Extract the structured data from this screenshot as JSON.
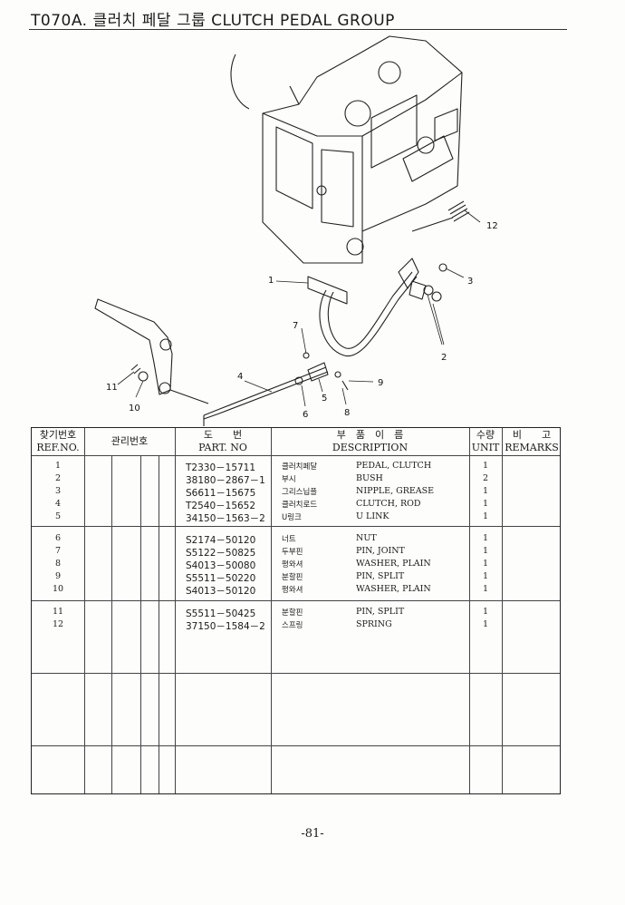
{
  "title": "T070A. 클러치 페달 그룹 CLUTCH PEDAL GROUP",
  "diagram": {
    "callouts": [
      "1",
      "2",
      "3",
      "4",
      "5",
      "6",
      "7",
      "8",
      "9",
      "10",
      "11",
      "12"
    ]
  },
  "table": {
    "headers": {
      "ref_ko": "찾기번호",
      "ref_en": "REF.NO.",
      "mgmt_ko": "관리번호",
      "part_ko": "도　　번",
      "part_en": "PART. NO",
      "desc_ko": "부　품　이　름",
      "desc_en": "DESCRIPTION",
      "unit_ko": "수량",
      "unit_en": "UNIT",
      "remarks_ko": "비　　고",
      "remarks_en": "REMARKS"
    },
    "rows": [
      {
        "ref": "1",
        "part": "T2330－15711",
        "ko": "클러치페달",
        "desc": "PEDAL, CLUTCH",
        "unit": "1"
      },
      {
        "ref": "2",
        "part": "38180－2867－1",
        "ko": "부시",
        "desc": "BUSH",
        "unit": "2"
      },
      {
        "ref": "3",
        "part": "S6611－15675",
        "ko": "그리스닙플",
        "desc": "NIPPLE, GREASE",
        "unit": "1"
      },
      {
        "ref": "4",
        "part": "T2540－15652",
        "ko": "클러치로드",
        "desc": "CLUTCH, ROD",
        "unit": "1"
      },
      {
        "ref": "5",
        "part": "34150－1563－2",
        "ko": "U링크",
        "desc": "U LINK",
        "unit": "1"
      },
      {
        "ref": "6",
        "part": "S2174－50120",
        "ko": "너트",
        "desc": "NUT",
        "unit": "1"
      },
      {
        "ref": "7",
        "part": "S5122－50825",
        "ko": "두부핀",
        "desc": "PIN, JOINT",
        "unit": "1"
      },
      {
        "ref": "8",
        "part": "S4013－50080",
        "ko": "평와셔",
        "desc": "WASHER, PLAIN",
        "unit": "1"
      },
      {
        "ref": "9",
        "part": "S5511－50220",
        "ko": "분할핀",
        "desc": "PIN, SPLIT",
        "unit": "1"
      },
      {
        "ref": "10",
        "part": "S4013－50120",
        "ko": "평와셔",
        "desc": "WASHER, PLAIN",
        "unit": "1"
      },
      {
        "ref": "11",
        "part": "S5511－50425",
        "ko": "분할핀",
        "desc": "PIN, SPLIT",
        "unit": "1"
      },
      {
        "ref": "12",
        "part": "37150－1584－2",
        "ko": "스프링",
        "desc": "SPRING",
        "unit": "1"
      }
    ]
  },
  "page_number": "-81-"
}
